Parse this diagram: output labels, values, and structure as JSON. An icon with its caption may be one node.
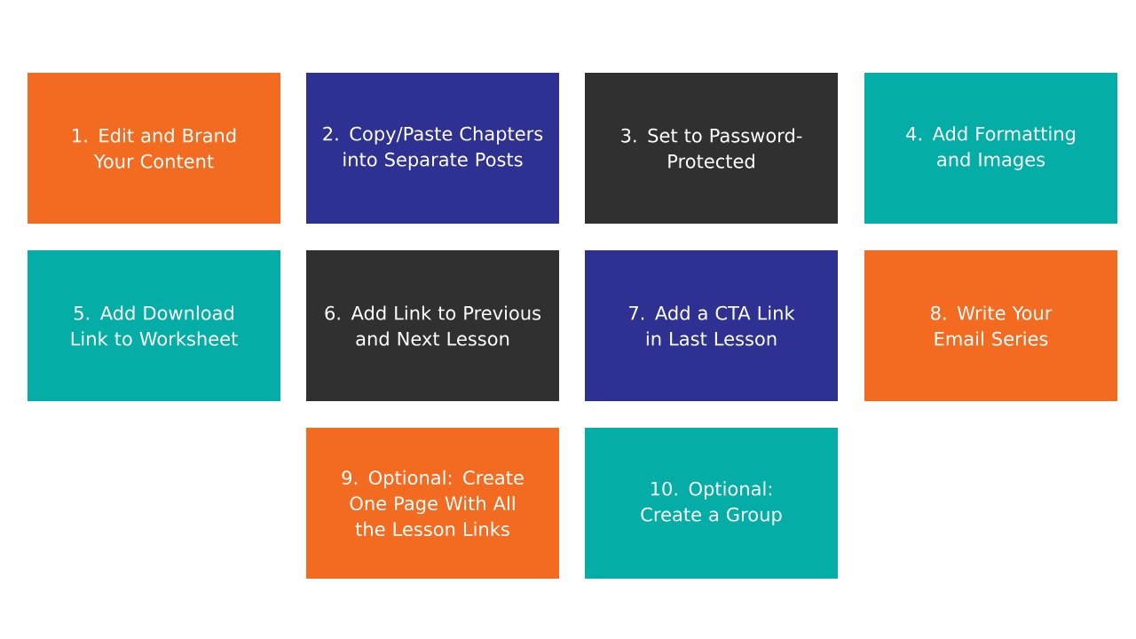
{
  "diagram": {
    "nodes": [
      {
        "text": [
          "1. Edit and Brand Your Content"
        ]
      },
      {
        "text": [
          "2. Copy/Paste Chapters into Separate Posts"
        ]
      },
      {
        "text": [
          "3. Set to Password-Protected"
        ]
      },
      {
        "text": [
          "4. Add Formatting and Images"
        ]
      },
      {
        "text": [
          "5. Add Download Link to Worksheet"
        ]
      },
      {
        "text": [
          "6. Add Link to Previous and Next Lesson"
        ]
      },
      {
        "text": [
          "7. Add a CTA Link in Last Lesson"
        ]
      },
      {
        "text": [
          "8. Write Your Email Series"
        ]
      },
      {
        "text": [
          "9. Optional: Create One Page With All the Lesson Links"
        ]
      },
      {
        "text": [
          "10. Optional: Create a Group"
        ]
      }
    ]
  }
}
